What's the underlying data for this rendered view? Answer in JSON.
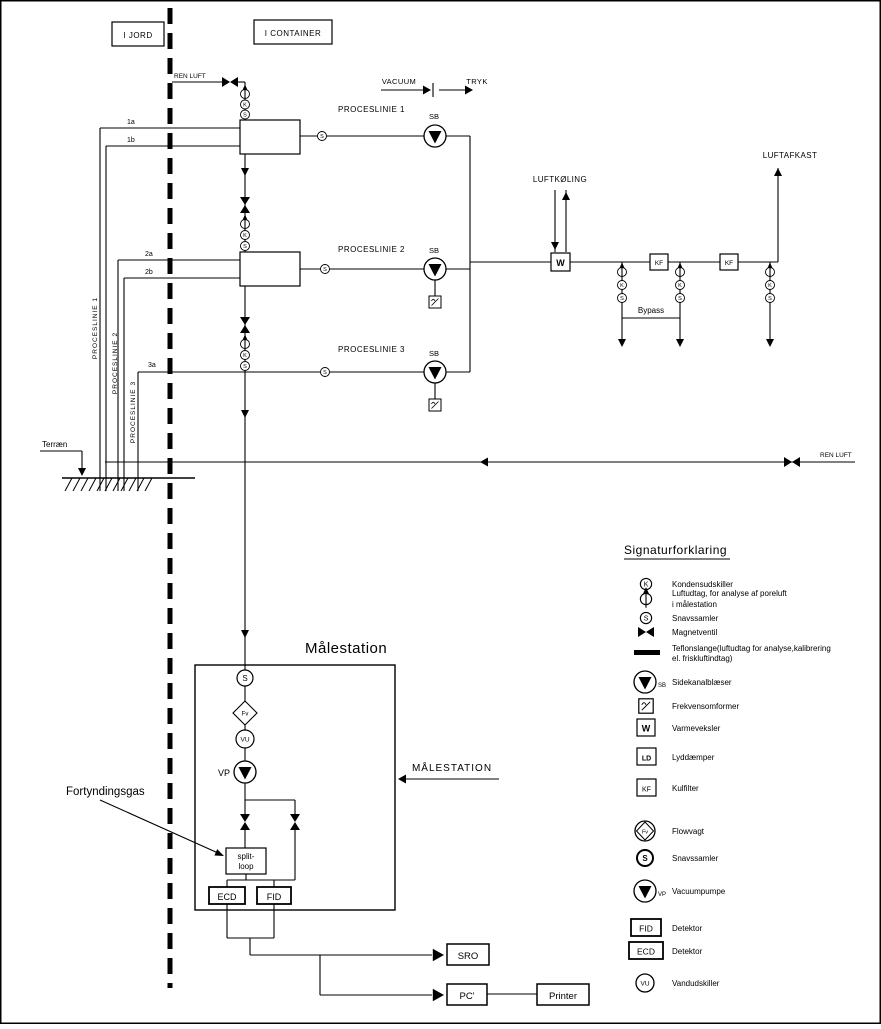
{
  "zones": {
    "jord": "I JORD",
    "container": "I CONTAINER"
  },
  "flow": {
    "ren_luft_top": "REN LUFT",
    "vacuum": "VACUUM",
    "tryk": "TRYK",
    "luftkoling": "LUFTKØLING",
    "luftafkast": "LUFTAFKAST",
    "bypass": "Bypass",
    "ren_luft_right": "REN LUFT",
    "terraen": "Terræn"
  },
  "lines": {
    "l1": "PROCESLINIE 1",
    "l2": "PROCESLINIE 2",
    "l3": "PROCESLINIE 3",
    "t1a": "1a",
    "t1b": "1b",
    "t2a": "2a",
    "t2b": "2b",
    "t3a": "3a"
  },
  "symbols": {
    "k": "K",
    "s": "S",
    "w": "W",
    "ld": "LD",
    "kf": "KF",
    "sb": "SB",
    "fv": "Fv",
    "vu": "VU",
    "vp": "VP",
    "fid": "FID",
    "ecd": "ECD"
  },
  "station": {
    "title": "Målestation",
    "callout": "MÅLESTATION",
    "fortyndingsgas": "Fortyndingsgas",
    "split_line1": "split-",
    "split_line2": "loop"
  },
  "outputs": {
    "sro": "SRO",
    "pc": "PC'",
    "printer": "Printer"
  },
  "legend": {
    "title": "Signaturforklaring",
    "items": [
      {
        "label": "Kondensudskiller"
      },
      {
        "label": "Luftudtag, for analyse af poreluft",
        "label2": "i målestation"
      },
      {
        "label": "Snavssamler"
      },
      {
        "label": "Magnetventil"
      },
      {
        "label": "Teflonslange(luftudtag for analyse,kalibrering",
        "label2": "el. friskluftindtag)"
      },
      {
        "label": "Sidekanalblæser"
      },
      {
        "label": "Frekvensomformer"
      },
      {
        "label": "Varmeveksler"
      },
      {
        "label": "Lyddæmper"
      },
      {
        "label": "Kulfilter"
      },
      {
        "label": "Flowvagt"
      },
      {
        "label": "Snavssamler"
      },
      {
        "label": "Vacuumpumpe"
      },
      {
        "label": "Detektor"
      },
      {
        "label": "Detektor"
      },
      {
        "label": "Vandudskiller"
      }
    ]
  }
}
